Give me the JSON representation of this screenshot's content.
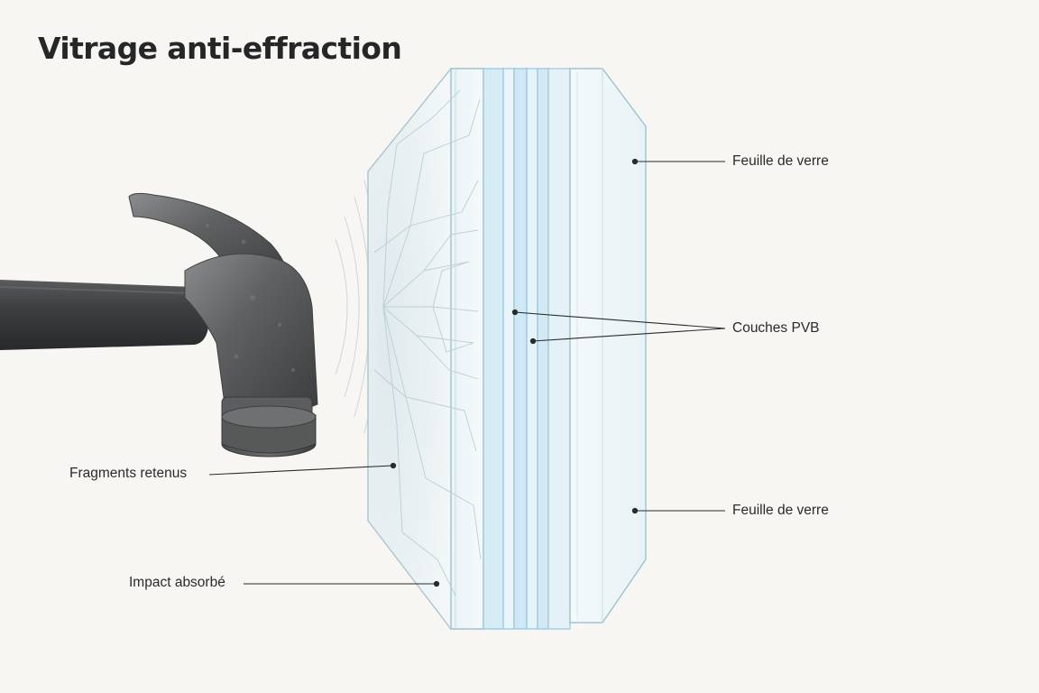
{
  "title": "Vitrage anti-effraction",
  "labels": {
    "glass_sheet_top": "Feuille de verre",
    "pvb_layers": "Couches PVB",
    "glass_sheet_bottom": "Feuille de verre",
    "fragments": "Fragments retenus",
    "impact": "Impact absorbé"
  },
  "colors": {
    "background": "#f7f6f2",
    "title_text": "#262626",
    "glass_edge": "#9fc3cf",
    "pvb_blue": "#8fc6e3",
    "hammer_steel": "#5d5f60",
    "handle": "#3c3e40",
    "leader_line": "#2b2b2b"
  },
  "icons": {
    "hammer": "hammer-icon",
    "cracks": "crack-pattern"
  }
}
